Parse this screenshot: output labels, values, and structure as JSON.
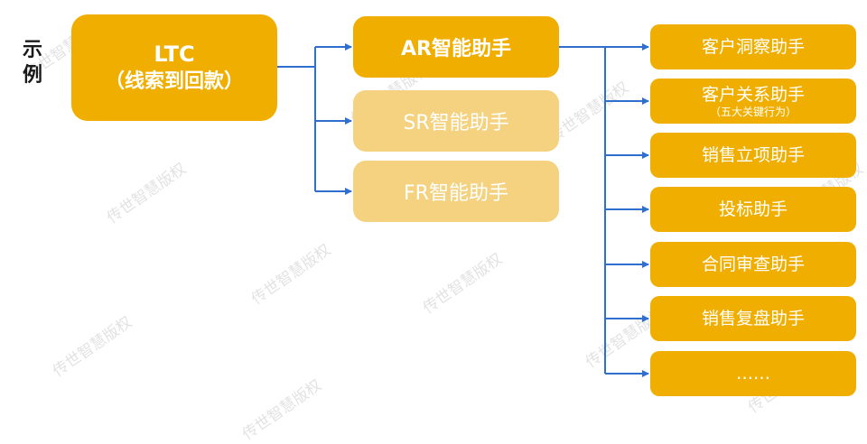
{
  "side_label": [
    "示",
    "例"
  ],
  "root": {
    "line1": "LTC",
    "line2": "（线索到回款）"
  },
  "assistants": [
    {
      "label": "AR智能助手",
      "style": "strong"
    },
    {
      "label": "SR智能助手",
      "style": "pale"
    },
    {
      "label": "FR智能助手",
      "style": "pale"
    }
  ],
  "sub_assistants": [
    {
      "label": "客户洞察助手",
      "sub": ""
    },
    {
      "label": "客户关系助手",
      "sub": "（五大关键行为）"
    },
    {
      "label": "销售立项助手",
      "sub": ""
    },
    {
      "label": "投标助手",
      "sub": ""
    },
    {
      "label": "合同审查助手",
      "sub": ""
    },
    {
      "label": "销售复盘助手",
      "sub": ""
    },
    {
      "label": "……",
      "sub": ""
    }
  ],
  "watermark": "传世智慧版权",
  "colors": {
    "strong": "#F0AF00",
    "pale": "#F4D27F",
    "connector": "#2F6FD0"
  }
}
